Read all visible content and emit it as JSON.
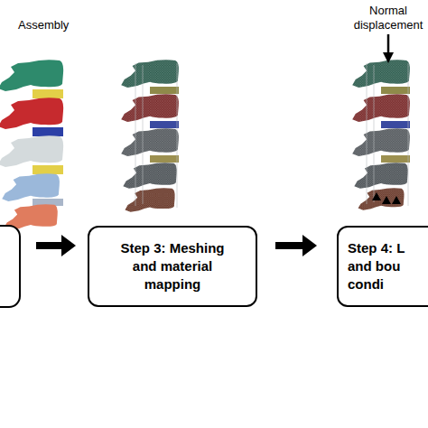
{
  "diagram": {
    "nodes": [
      {
        "text": [
          "Step 3: Meshing and material mapping"
        ]
      },
      {
        "text": [
          "Step 4: L and bou condi"
        ]
      }
    ],
    "edges": [
      {
        "from": 0,
        "to": 1,
        "arrow": "to"
      }
    ],
    "labels": [
      "Assembly",
      "Normal displacement"
    ]
  }
}
